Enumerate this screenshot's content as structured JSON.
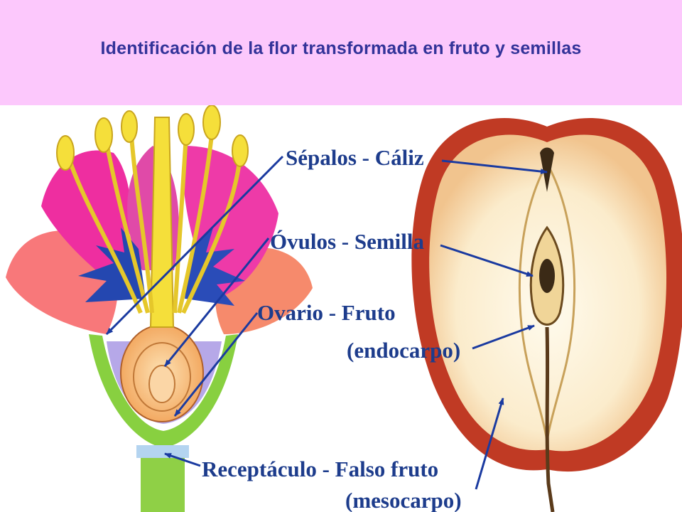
{
  "slide": {
    "title": "Identificación de la flor transformada en fruto y semillas"
  },
  "labels": {
    "sepalos": "Sépalos - Cáliz",
    "ovulos": "Óvulos - Semilla",
    "ovario": "Ovario - Fruto",
    "endocarpo": "(endocarpo)",
    "receptaculo": "Receptáculo - Falso fruto",
    "mesocarpo": "(mesocarpo)"
  },
  "colors": {
    "header_bg": "#fcc8fc",
    "title": "#333399",
    "label_text": "#1d3c8c",
    "arrow": "#1a3aa0",
    "petal_magenta": "#ee2ea0",
    "petal_salmon": "#f8787a",
    "stamen_yellow": "#f5df3a",
    "sepal_blue": "#2447b0",
    "receptacle_green": "#88d040",
    "apple_red": "#c03a24",
    "apple_flesh": "#fdf4df"
  }
}
